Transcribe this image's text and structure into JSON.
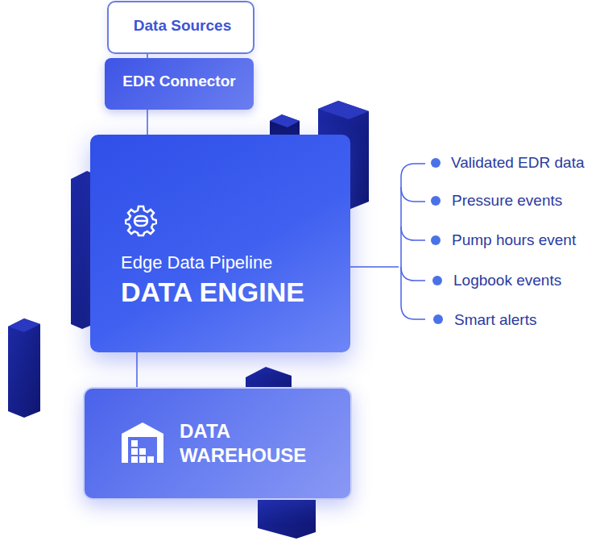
{
  "diagram": {
    "nodes": [
      {
        "text": [
          "Data Sources"
        ]
      },
      {
        "text": [
          "EDR Connector"
        ]
      },
      {
        "text": [
          "Edge Data Pipeline",
          "DATA ENGINE"
        ]
      },
      {
        "text": [
          "DATA WAREHOUSE"
        ]
      }
    ],
    "edges": [
      {
        "from": 0,
        "to": 1,
        "arrow": "none"
      },
      {
        "from": 1,
        "to": 2,
        "arrow": "none"
      },
      {
        "from": 2,
        "to": 3,
        "arrow": "none"
      }
    ],
    "labels": [
      "Validated EDR data",
      "Pressure events",
      "Pump hours event",
      "Logbook events",
      "Smart alerts"
    ]
  }
}
